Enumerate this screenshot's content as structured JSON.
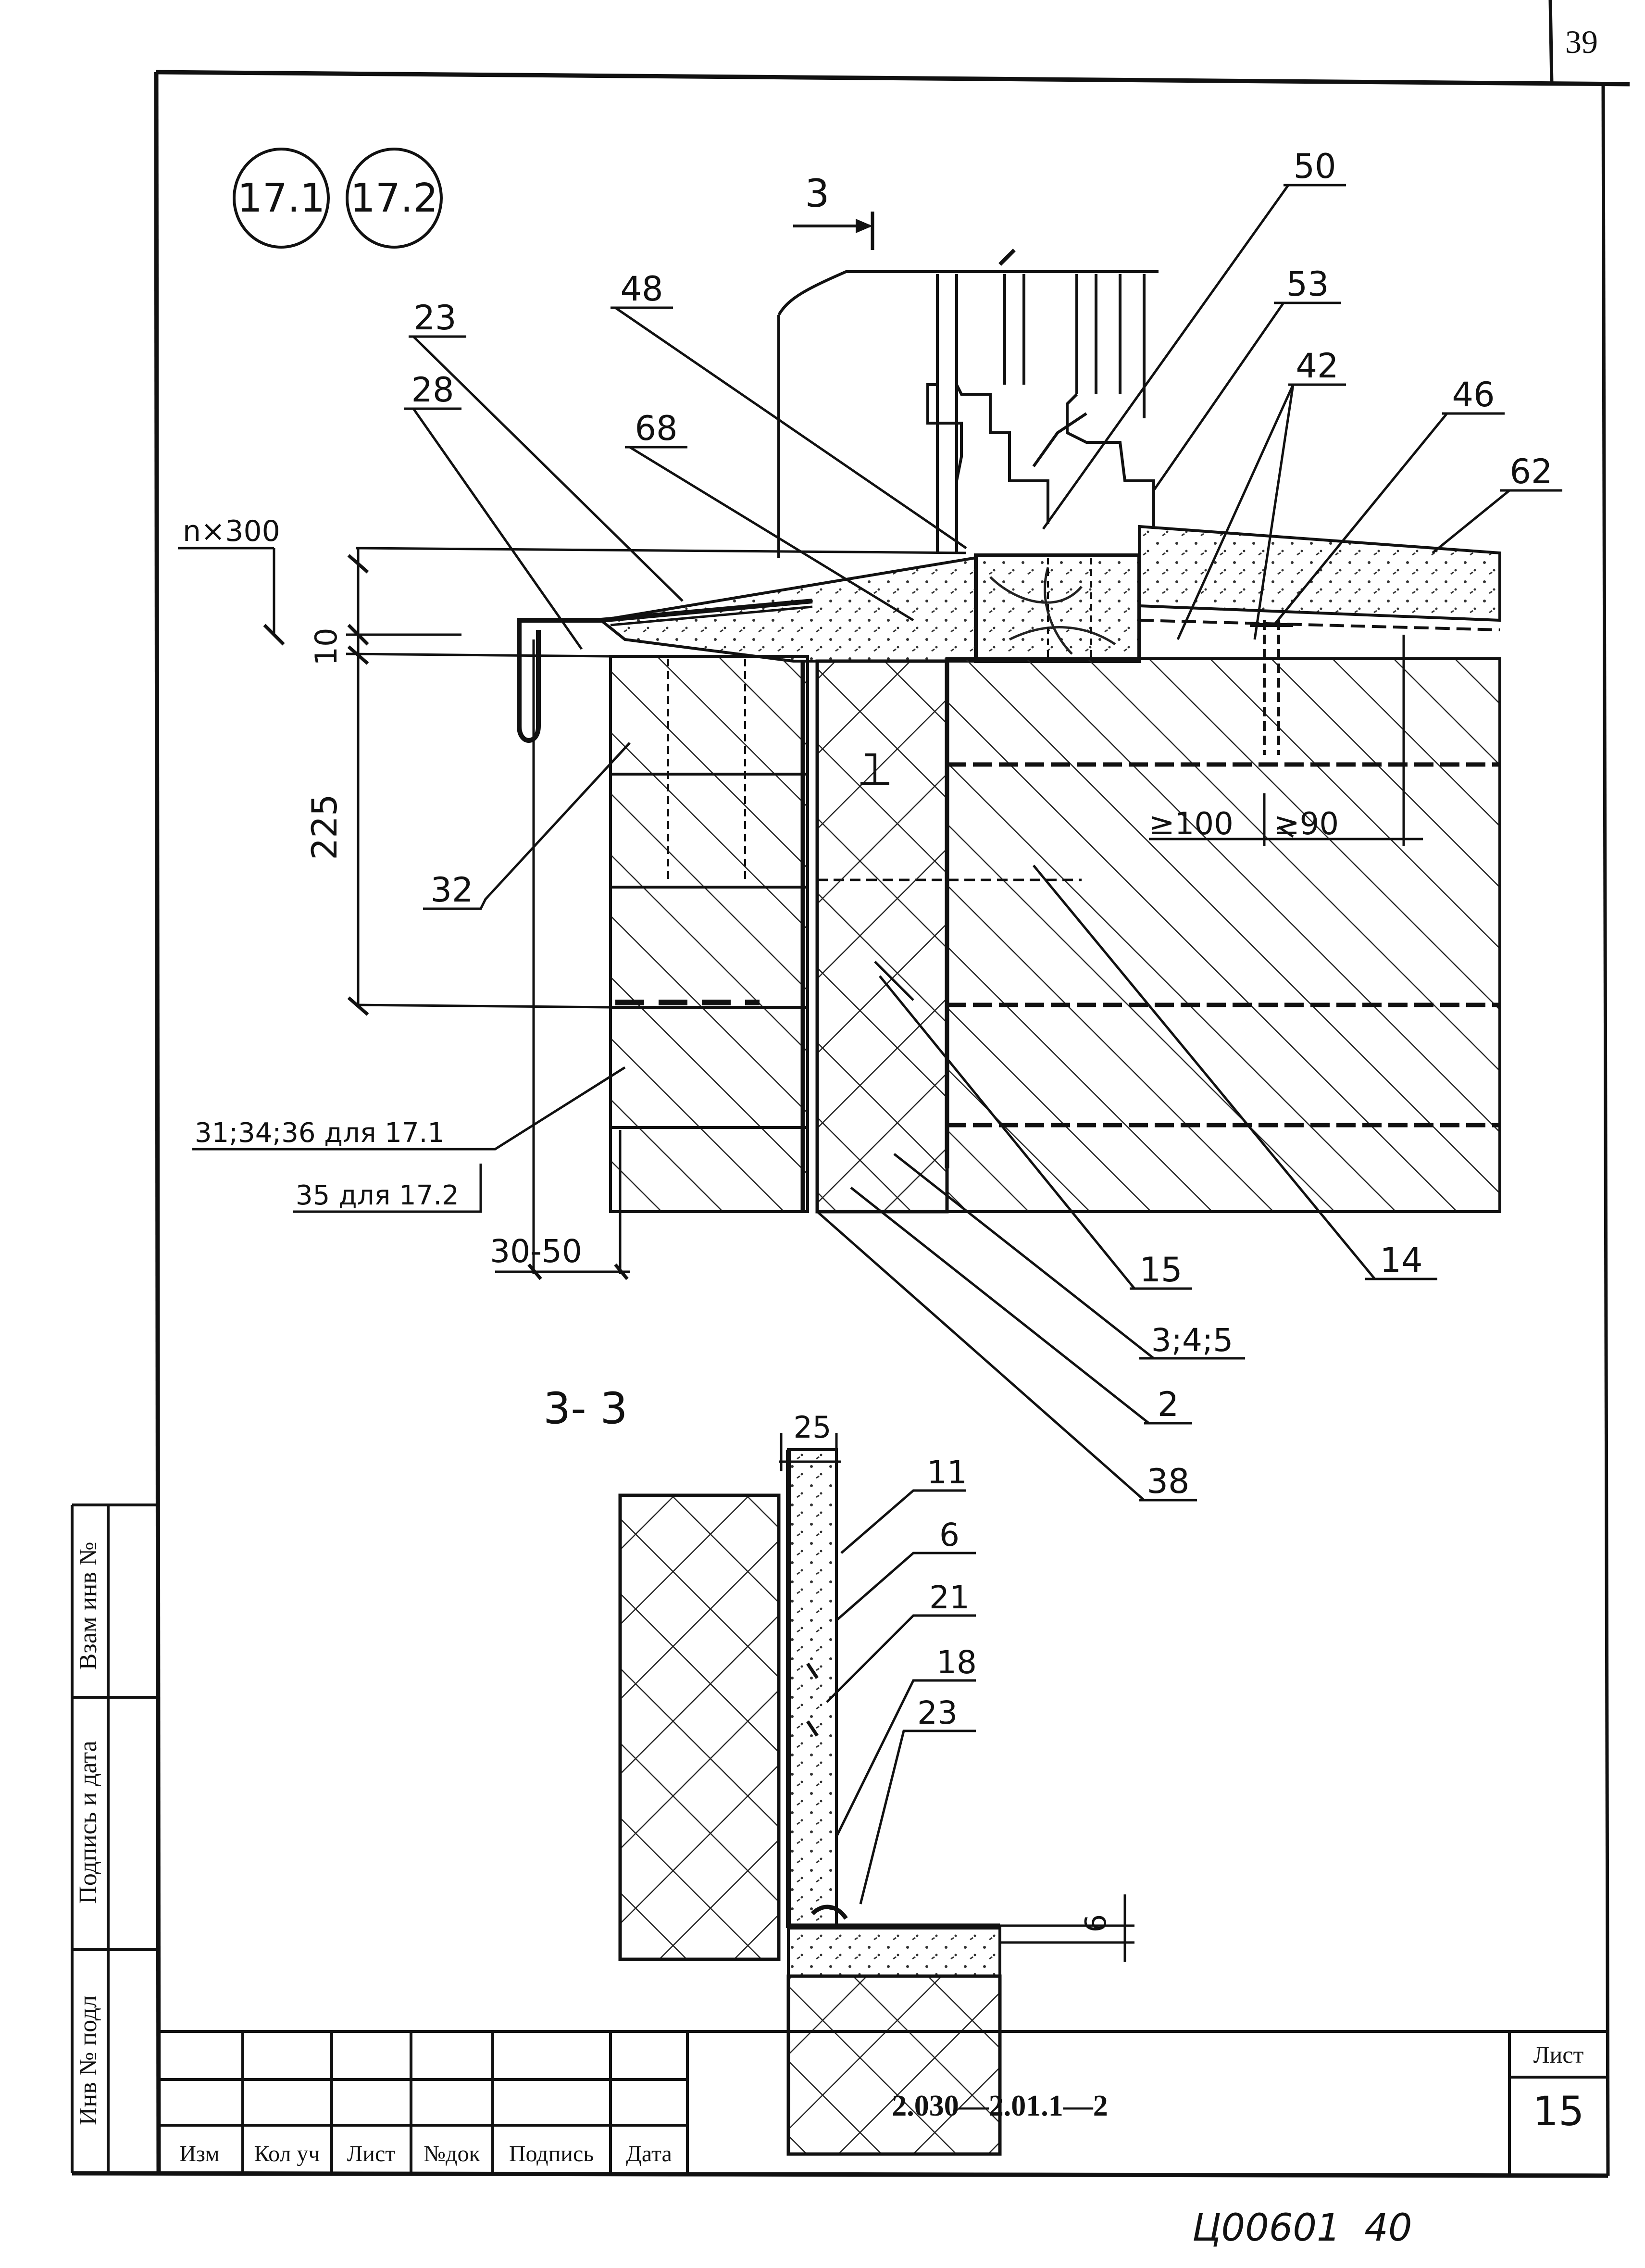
{
  "page_number": "39",
  "detail_refs": [
    "17.1",
    "17.2"
  ],
  "section_marker": "3",
  "callouts": {
    "c50": "50",
    "c53": "53",
    "c48": "48",
    "c42": "42",
    "c46": "46",
    "c62": "62",
    "c23": "23",
    "c68": "68",
    "c28": "28",
    "c32": "32",
    "c15": "15",
    "c14": "14",
    "c345": "3;4;5",
    "c2": "2",
    "c38": "38"
  },
  "dimensions": {
    "nx300": "n×300",
    "d10": "10",
    "d225": "225",
    "d3050": "30-50",
    "d100": "≥100",
    "d90": "≥90"
  },
  "notes": {
    "for_171": "31;34;36 для  17.1",
    "for_172": "35 для  17.2"
  },
  "section_view": {
    "title": "3- 3",
    "d25": "25",
    "d6": "6",
    "labels": {
      "l11": "11",
      "l6": "6",
      "l21": "21",
      "l18": "18",
      "l23": "23"
    }
  },
  "side_stamp": {
    "vzam": "Взам инв №",
    "podpis": "Подпись и дата",
    "inv": "Инв № подл"
  },
  "title_block": {
    "headers": [
      "Изм",
      "Кол уч",
      "Лист",
      "№док",
      "Подпись",
      "Дата"
    ],
    "doc_code": "2.030—2.01.1—2",
    "sheet_label": "Лист",
    "sheet_number": "15"
  },
  "archive_code": "Ц00601  40"
}
